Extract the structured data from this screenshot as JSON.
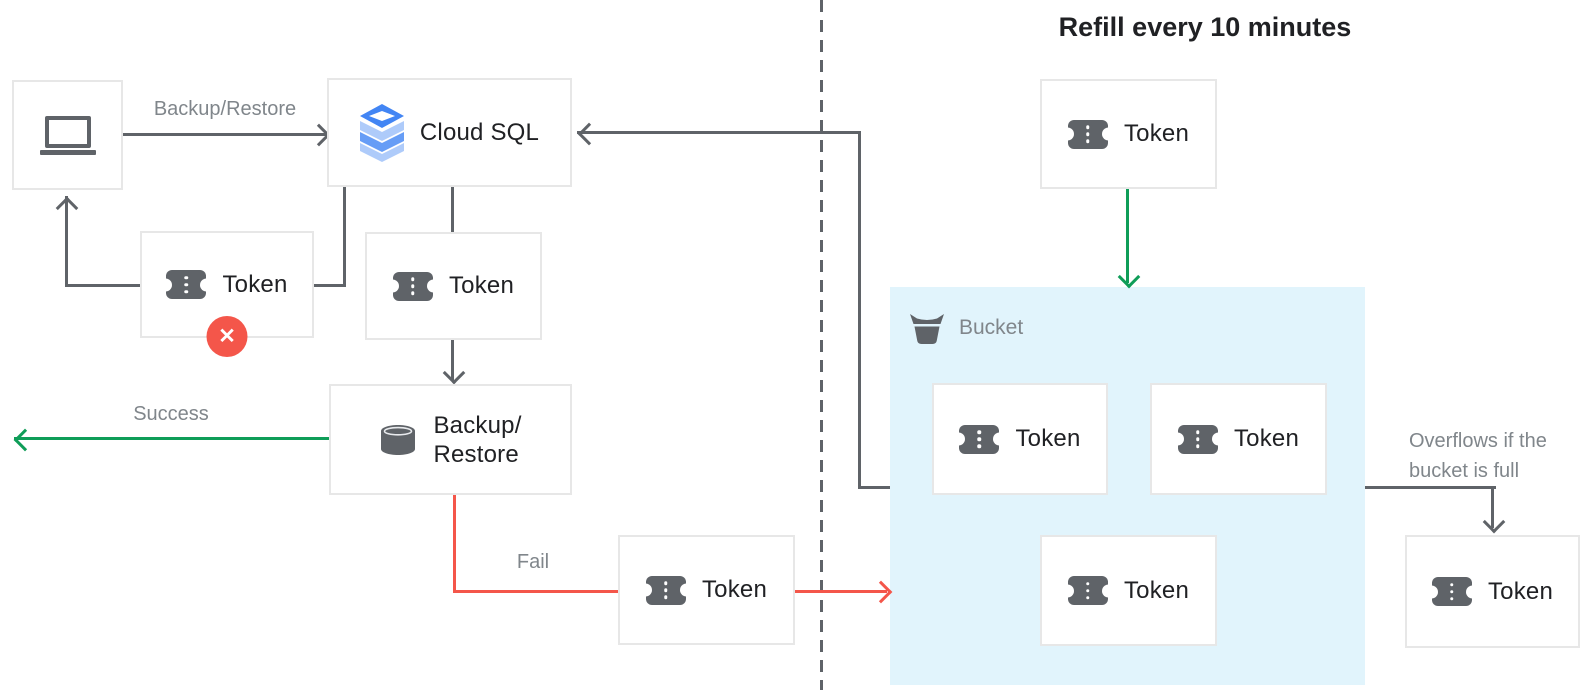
{
  "title": "Refill every 10 minutes",
  "colors": {
    "ink": "#5F6368",
    "text": "#202124",
    "muted": "#80868B",
    "border": "#E7E7E7",
    "green": "#0F9D58",
    "red": "#F4564A",
    "bucket": "#E1F4FC",
    "blue-mid": "#4285F4",
    "blue-med": "#669DF6",
    "blue-light": "#AECBFA"
  },
  "icons": {
    "client": "laptop-icon",
    "cloud_sql": "cloud-sql-icon",
    "token": "token-icon",
    "backup_restore": "database-icon",
    "bucket": "bucket-icon",
    "rejected": "error-x-icon"
  },
  "nodes": {
    "cloud_sql": {
      "label": "Cloud SQL"
    },
    "backup_restore": {
      "line1": "Backup/",
      "line2": "Restore"
    },
    "token_client": {
      "label": "Token"
    },
    "token_queue": {
      "label": "Token"
    },
    "token_fail": {
      "label": "Token"
    },
    "token_refill": {
      "label": "Token"
    },
    "token_overflow": {
      "label": "Token"
    },
    "bucket": {
      "label": "Bucket",
      "tokens": [
        {
          "label": "Token"
        },
        {
          "label": "Token"
        },
        {
          "label": "Token"
        }
      ]
    }
  },
  "edges": {
    "client_to_cloudsql": "Backup/Restore",
    "success": "Success",
    "fail": "Fail",
    "overflow": "Overflows if the bucket is full"
  }
}
